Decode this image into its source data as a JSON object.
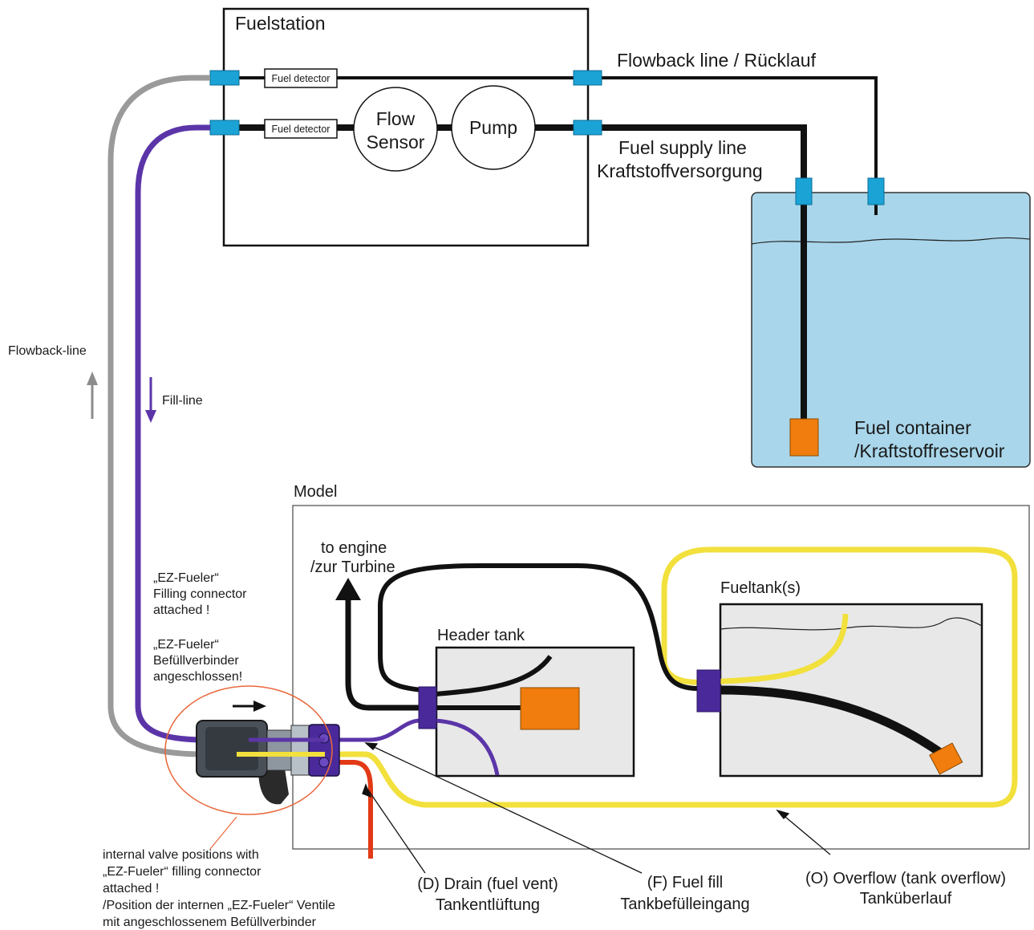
{
  "fuelstation": {
    "title": "Fuelstation",
    "fuel_detector_1": "Fuel detector",
    "fuel_detector_2": "Fuel detector",
    "flow_sensor_line1": "Flow",
    "flow_sensor_line2": "Sensor",
    "pump": "Pump"
  },
  "lines": {
    "flowback_line": "Flowback line / Rücklauf",
    "supply_line_1": "Fuel supply line",
    "supply_line_2": "Kraftstoffversorgung"
  },
  "container": {
    "line1": "Fuel container",
    "line2": "/Kraftstoffreservoir"
  },
  "hoses": {
    "flowback_label": "Flowback-line",
    "fill_label": "Fill-line"
  },
  "ez_fueler": {
    "attached_en_1": "„EZ-Fueler“",
    "attached_en_2": "Filling connector",
    "attached_en_3": "attached !",
    "attached_de_1": "„EZ-Fueler“",
    "attached_de_2": "Befüllverbinder",
    "attached_de_3": "angeschlossen!",
    "valve_1": "internal valve positions with",
    "valve_2": "„EZ-Fueler“ filling connector",
    "valve_3": "attached !",
    "valve_4": "/Position der internen „EZ-Fueler“ Ventile",
    "valve_5": "mit angeschlossenem Befüllverbinder"
  },
  "model": {
    "title": "Model",
    "engine_1": "to engine",
    "engine_2": "/zur Turbine",
    "header_tank": "Header tank",
    "fueltank": "Fueltank(s)"
  },
  "callouts": {
    "drain_1": "(D) Drain (fuel vent)",
    "drain_2": "Tankentlüftung",
    "fill_1": "(F) Fuel fill",
    "fill_2": "Tankbefülleingang",
    "overflow_1": "(O) Overflow (tank overflow)",
    "overflow_2": "Tanküberlauf"
  },
  "colors": {
    "connector_blue": "#1ba3d6",
    "water": "#a9d6ea",
    "fill_purple": "#5b35a8",
    "flowback_gray": "#9a9a9a",
    "overflow_yellow": "#f2e03c",
    "drain_red": "#e23a16",
    "pickup_orange": "#f07d0d",
    "ring_orange": "#e8683c"
  }
}
